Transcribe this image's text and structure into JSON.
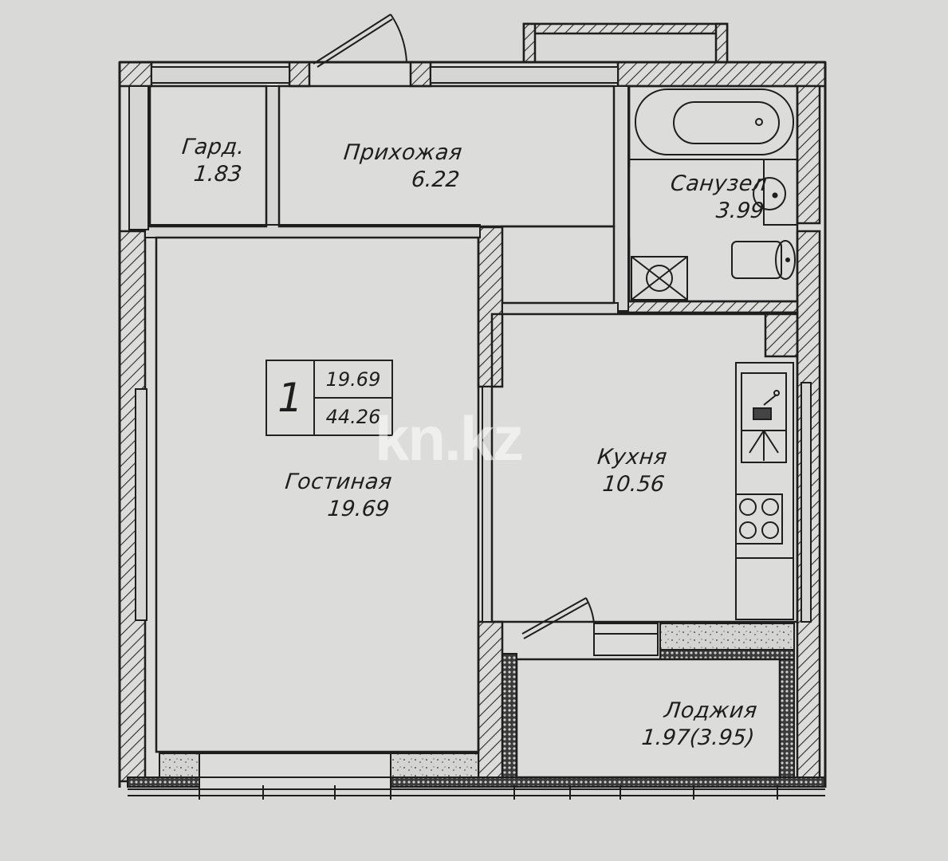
{
  "plan": {
    "type": "apartment-floor-plan",
    "summary": {
      "rooms_count": "1",
      "living_area": "19.69",
      "total_area": "44.26"
    },
    "rooms": [
      {
        "id": "wardrobe",
        "name": "Гард.",
        "area": "1.83"
      },
      {
        "id": "hallway",
        "name": "Прихожая",
        "area": "6.22"
      },
      {
        "id": "bathroom",
        "name": "Санузел",
        "area": "3.99"
      },
      {
        "id": "living-room",
        "name": "Гостиная",
        "area": "19.69"
      },
      {
        "id": "kitchen",
        "name": "Кухня",
        "area": "10.56"
      },
      {
        "id": "loggia",
        "name": "Лоджия",
        "area": "1.97(3.95)"
      }
    ],
    "fixtures": [
      "bathtub",
      "toilet",
      "sink",
      "shower-drain",
      "kitchen-sink",
      "cooktop"
    ],
    "watermark": "kn.kz",
    "colors": {
      "background": "#d9d9d7",
      "lines": "#1e1e1e",
      "wall_hatch": "#2a2a2a"
    }
  }
}
